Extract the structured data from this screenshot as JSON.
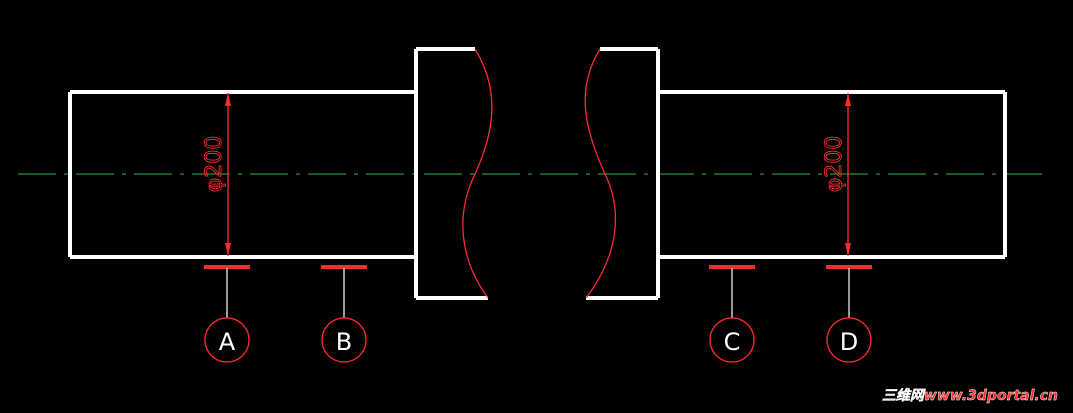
{
  "colors": {
    "background": "#000000",
    "outline": "#ffffff",
    "dimension": "#ff2a2a",
    "centerline": "#2e8b3a",
    "watermark": "#ff3030"
  },
  "dimensions": {
    "left_diameter": "φ200",
    "right_diameter": "φ200"
  },
  "section_markers": [
    "A",
    "B",
    "C",
    "D"
  ],
  "watermark": {
    "text": "三维网www.3dportal.cn"
  }
}
